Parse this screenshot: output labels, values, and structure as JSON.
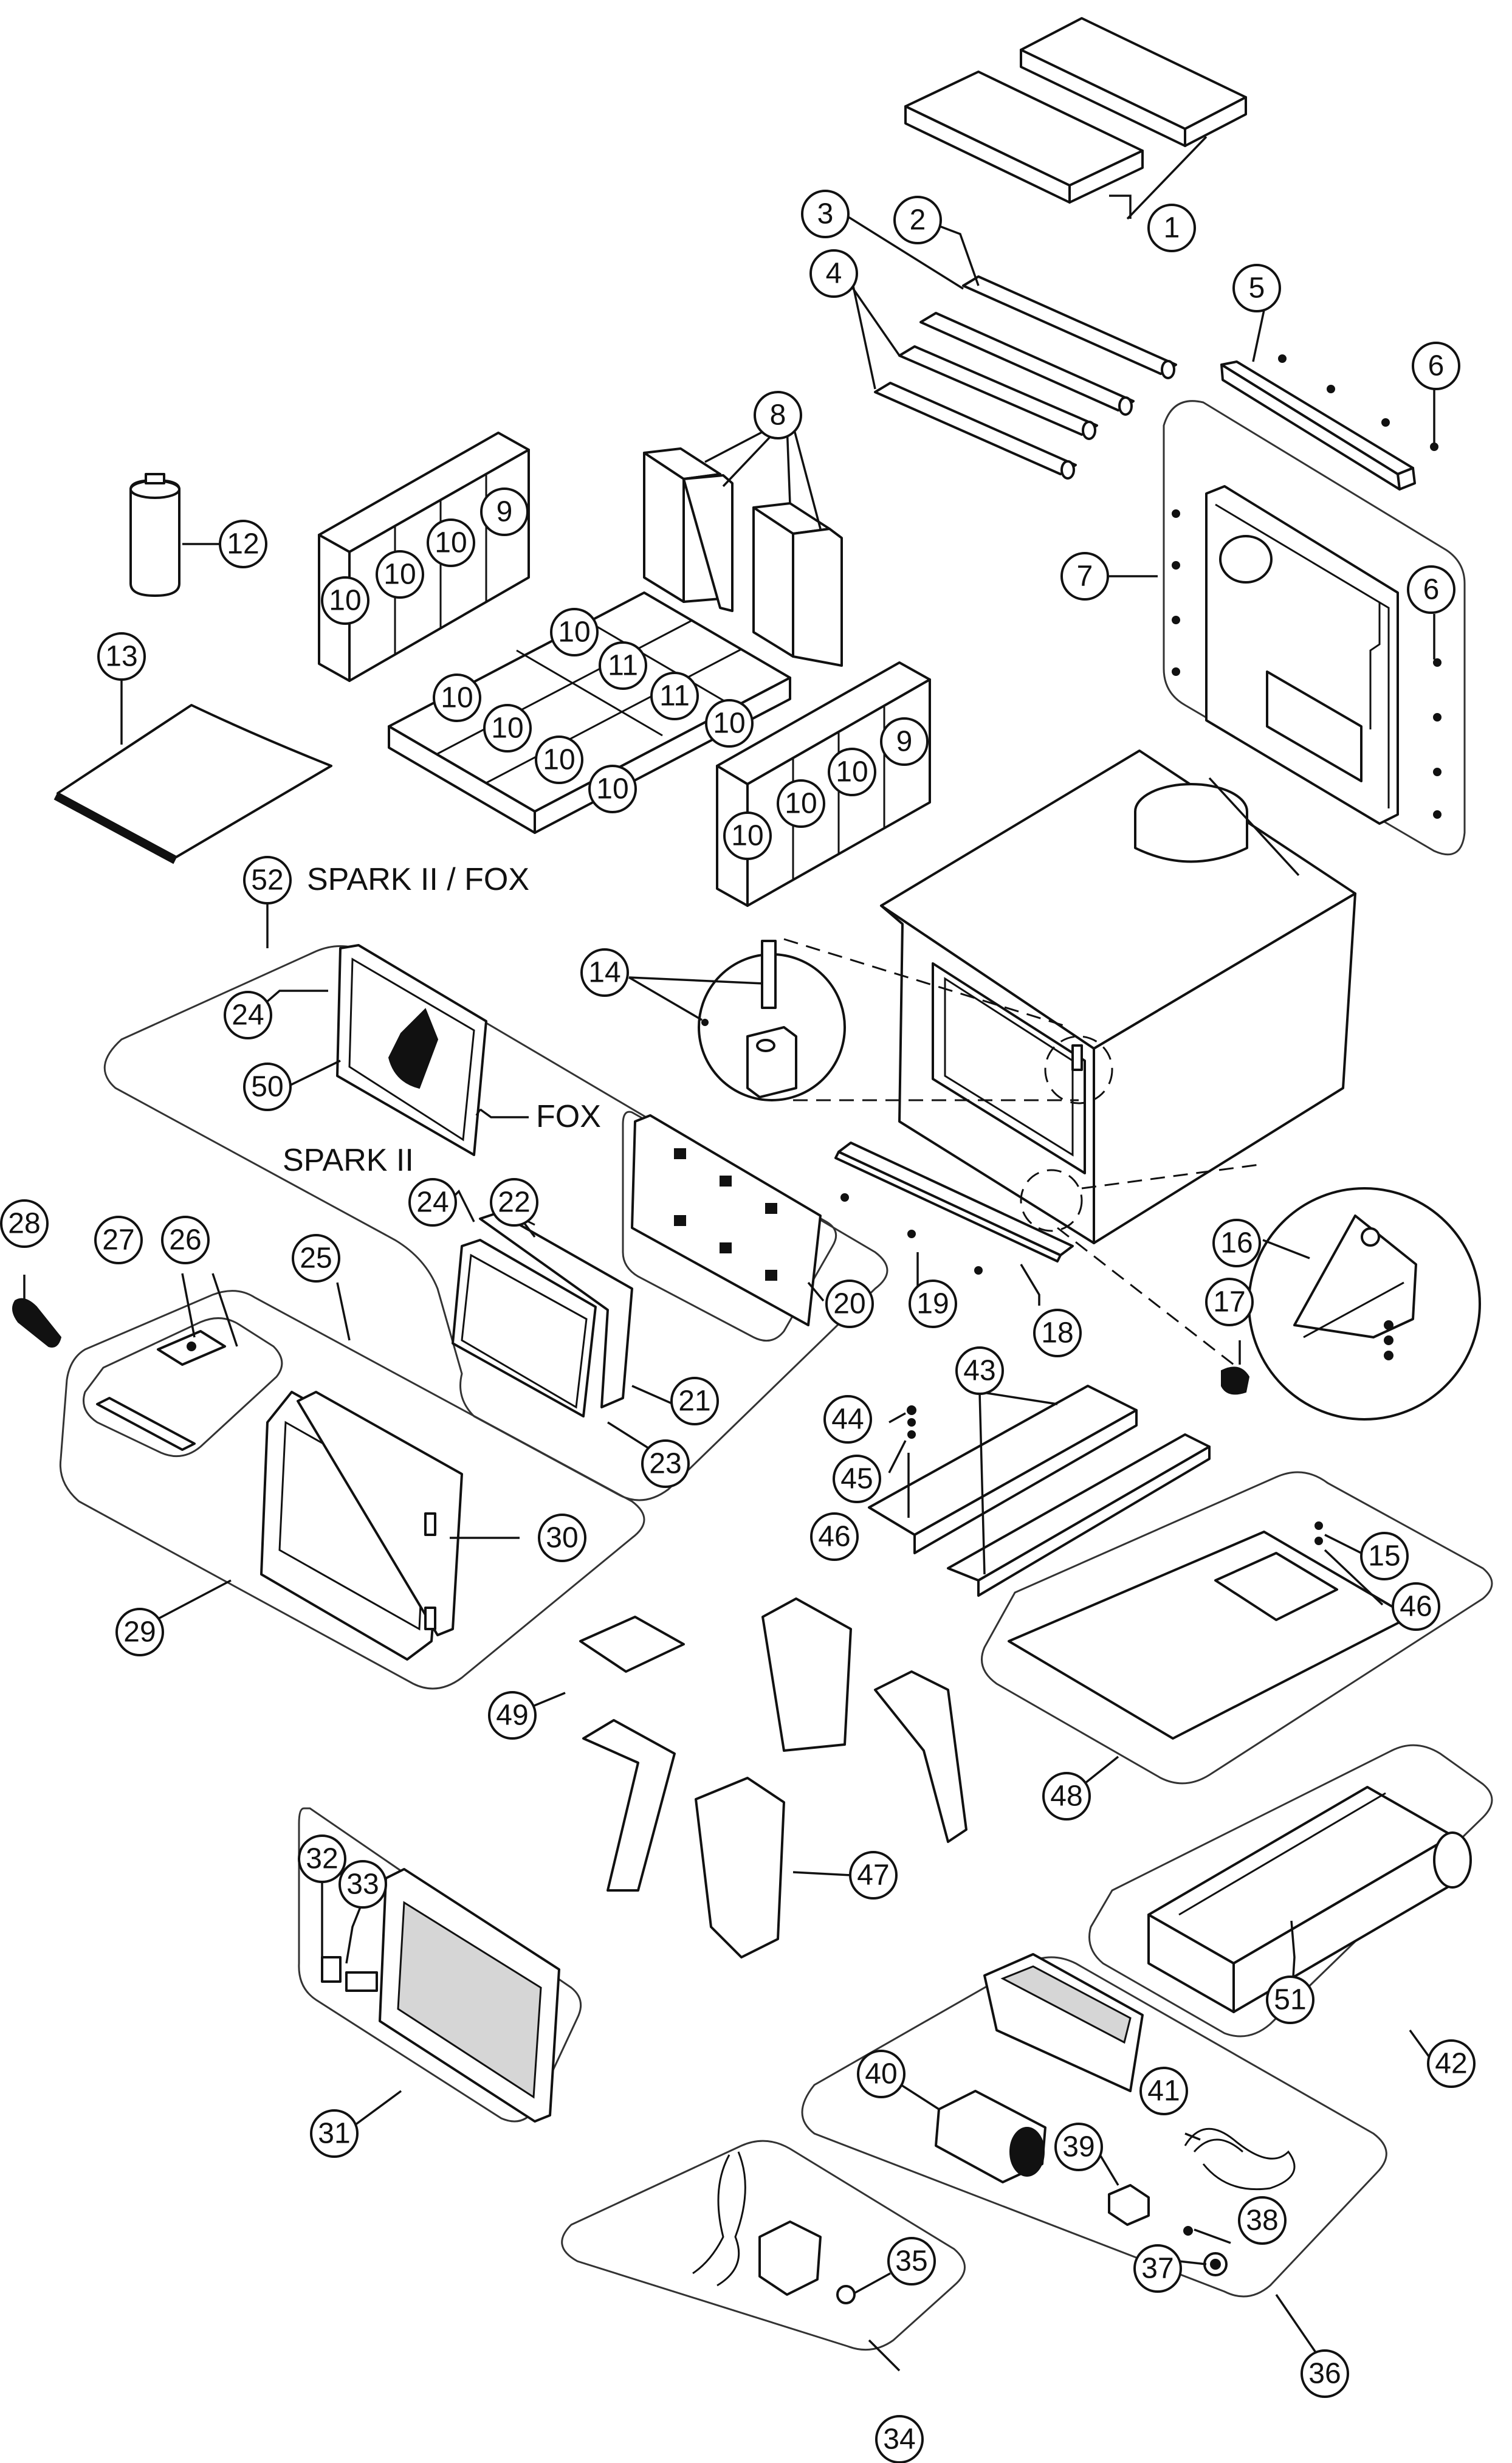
{
  "labels": {
    "spark_fox": "SPARK II / FOX",
    "fox": "FOX",
    "spark": "SPARK II"
  },
  "callouts": [
    "1",
    "2",
    "3",
    "4",
    "5",
    "6",
    "6",
    "7",
    "8",
    "9",
    "9",
    "10",
    "10",
    "10",
    "10",
    "10",
    "10",
    "10",
    "10",
    "10",
    "10",
    "10",
    "10",
    "11",
    "11",
    "12",
    "13",
    "14",
    "15",
    "16",
    "17",
    "18",
    "19",
    "20",
    "21",
    "22",
    "23",
    "24",
    "24",
    "25",
    "26",
    "27",
    "28",
    "29",
    "30",
    "31",
    "32",
    "33",
    "34",
    "35",
    "36",
    "37",
    "38",
    "39",
    "40",
    "41",
    "42",
    "43",
    "44",
    "45",
    "46",
    "46",
    "47",
    "48",
    "49",
    "50",
    "51",
    "52"
  ]
}
